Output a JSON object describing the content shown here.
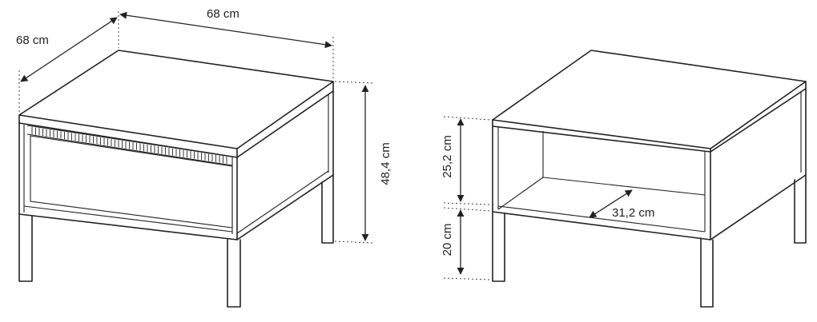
{
  "drawings": [
    {
      "view": "with drawer",
      "dimensions": {
        "width": "68 cm",
        "depth": "68 cm",
        "height": "48,4 cm"
      }
    },
    {
      "view": "open shelf",
      "dimensions": {
        "opening_height": "25,2 cm",
        "leg_height": "20 cm",
        "shelf_depth": "31,2 cm"
      }
    }
  ]
}
